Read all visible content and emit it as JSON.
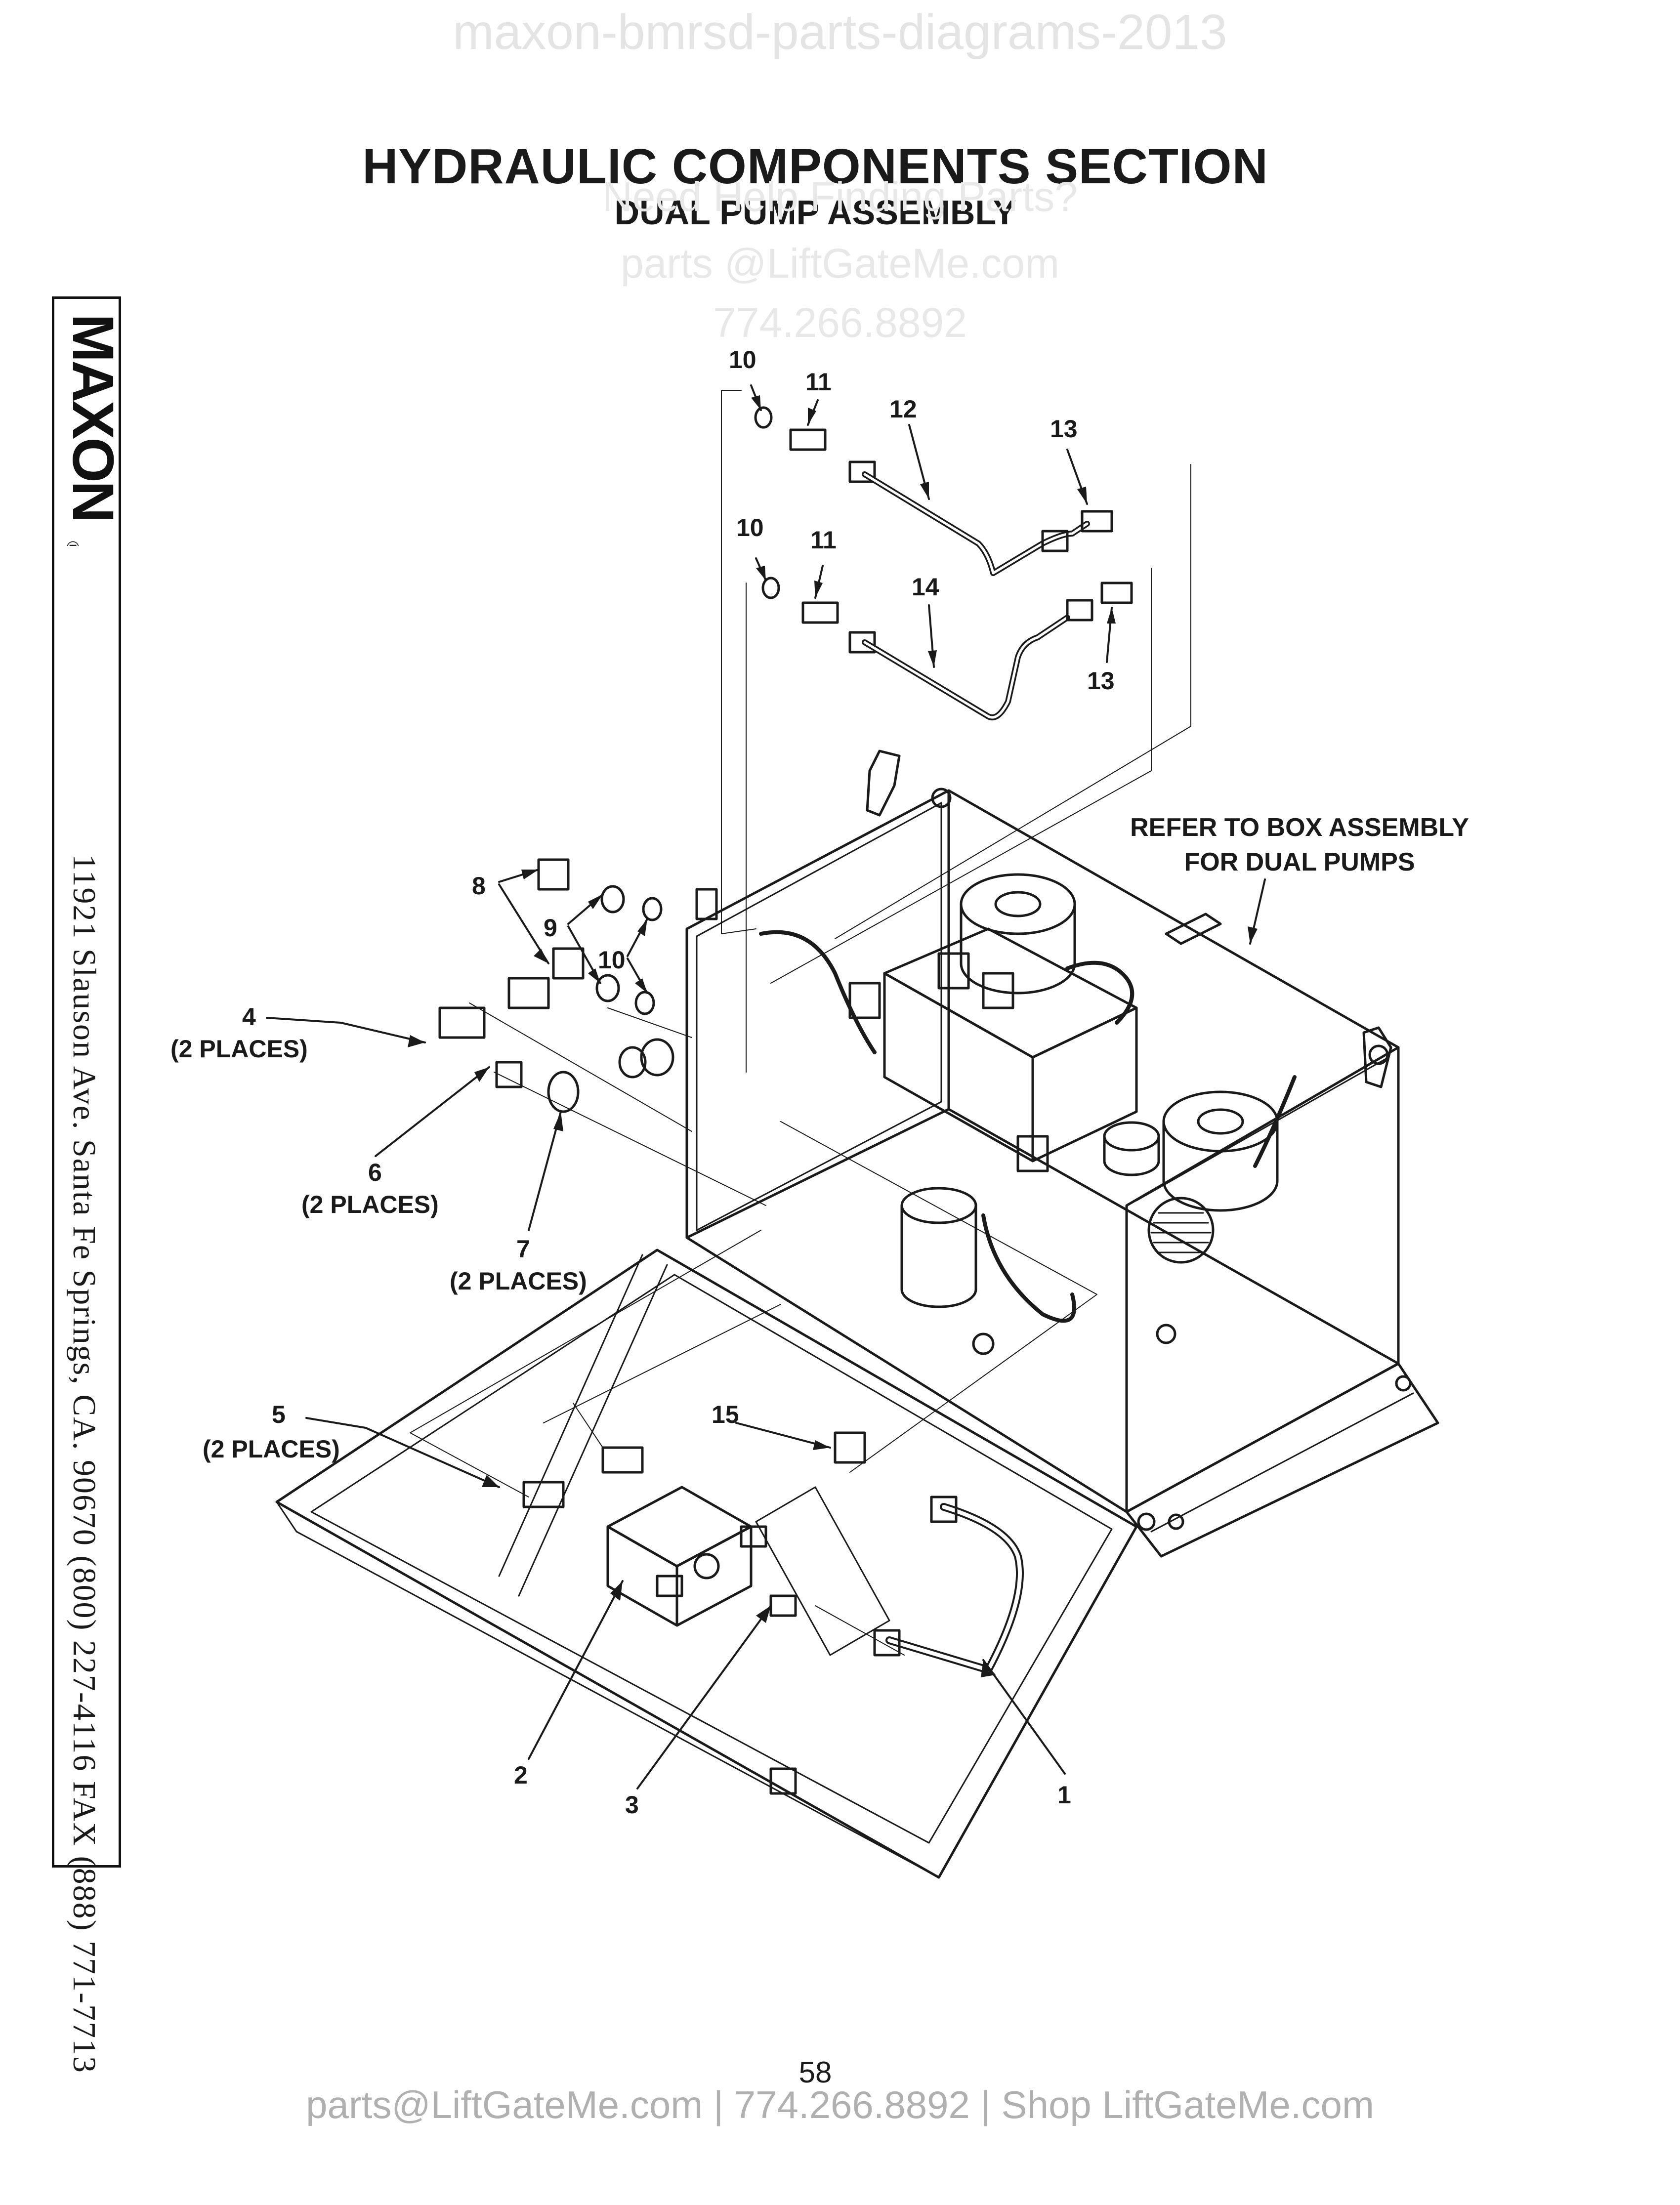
{
  "watermark_top": "maxon-bmrsd-parts-diagrams-2013",
  "title": "HYDRAULIC COMPONENTS SECTION",
  "subtitle": "DUAL PUMP ASSEMBLY",
  "watermark_center": {
    "line1": "Need Help Finding Parts?",
    "line2": "parts @LiftGateMe.com",
    "line3": "774.266.8892"
  },
  "sidebar": {
    "logo_text": "MAXON",
    "registered": "®",
    "address": "11921 Slauson Ave.  Santa Fe Springs, CA.  90670  (800) 227-4116  FAX (888) 771-7713"
  },
  "note": {
    "line1": "REFER TO BOX ASSEMBLY",
    "line2": "FOR DUAL PUMPS"
  },
  "callouts": {
    "c1": "1",
    "c2": "2",
    "c3": "3",
    "c4": "4",
    "c4_note": "(2 PLACES)",
    "c5": "5",
    "c5_note": "(2 PLACES)",
    "c6": "6",
    "c6_note": "(2 PLACES)",
    "c7": "7",
    "c7_note": "(2 PLACES)",
    "c8": "8",
    "c9": "9",
    "c10a": "10",
    "c10b": "10",
    "c10c": "10",
    "c11a": "11",
    "c11b": "11",
    "c12": "12",
    "c13a": "13",
    "c13b": "13",
    "c14": "14",
    "c15": "15"
  },
  "page_number": "58",
  "footer": "parts@LiftGateMe.com | 774.266.8892 | Shop LiftGateMe.com"
}
